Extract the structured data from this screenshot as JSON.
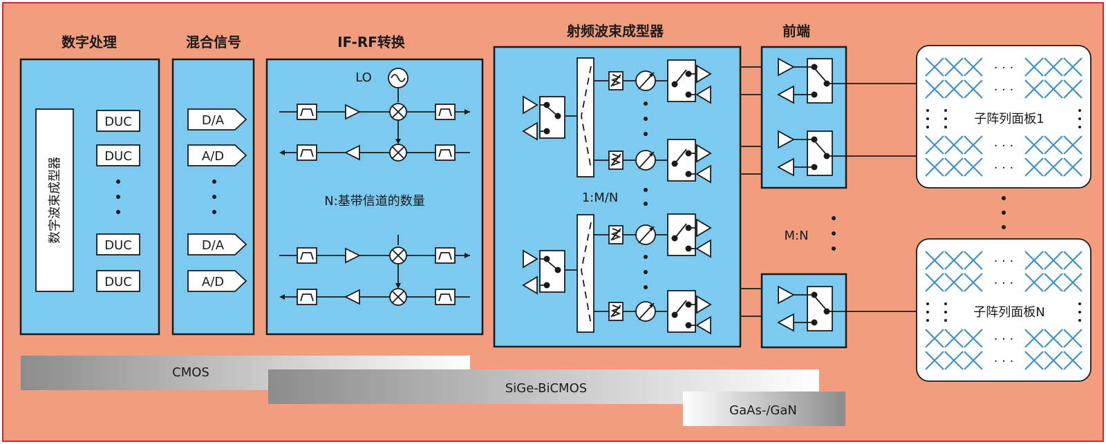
{
  "colors": {
    "background": "#f19d7e",
    "border": "#d9262c",
    "block_fill": "#7ccaf0",
    "array_cross": "#3f8fc8"
  },
  "sections": {
    "digital_processing": "数字处理",
    "mixed_signal": "混合信号",
    "if_rf": "IF-RF转换",
    "rf_beamformer": "射频波束成型器",
    "front_end": "前端"
  },
  "digital": {
    "beamformer_label": "数字波束成型器",
    "duc_labels": [
      "DUC",
      "DUC",
      "DUC",
      "DUC"
    ]
  },
  "mixed": {
    "converter_labels": [
      "D/A",
      "A/D",
      "D/A",
      "A/D"
    ]
  },
  "ifrf": {
    "lo_label": "LO",
    "channel_note": "N:基带信道的数量"
  },
  "rfbf": {
    "ratio_label": "1:M/N"
  },
  "frontend": {
    "ratio_label": "M:N"
  },
  "arrays": {
    "panel_1": "子阵列面板1",
    "panel_n": "子阵列面板N",
    "ellipsis": "· · ·"
  },
  "technologies": {
    "cmos": "CMOS",
    "sige": "SiGe-BiCMOS",
    "gaas": "GaAs-/GaN"
  }
}
